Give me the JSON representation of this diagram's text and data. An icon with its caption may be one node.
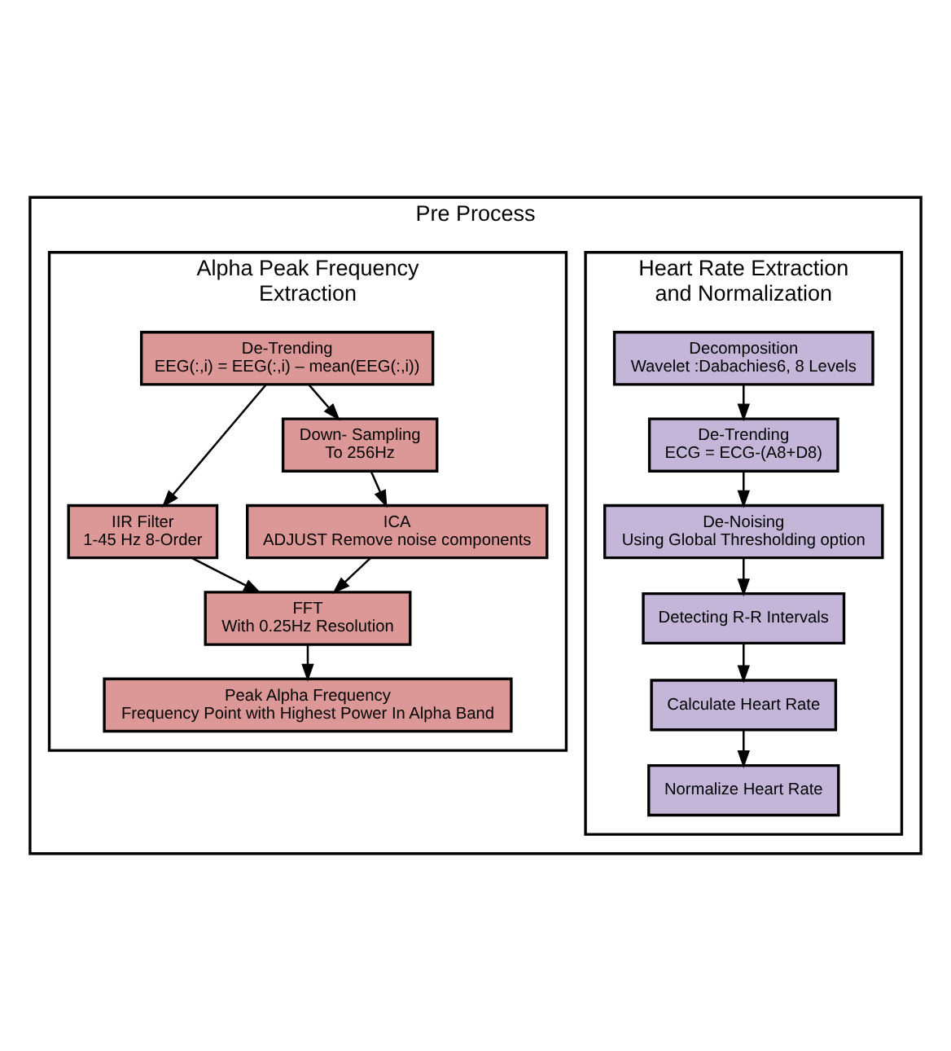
{
  "diagram": {
    "nodes": [
      {
        "text": [
          "Pre Process"
        ]
      },
      {
        "text": [
          "Heart Rate Extraction and Normalization"
        ],
        "in": 0
      },
      {
        "text": [
          "Decomposition",
          "Wavelet :Dabachies6, 8 Levels"
        ],
        "in": 1
      },
      {
        "text": [
          "De-Trending",
          "ECG = ECG-(A8+D8)"
        ],
        "in": 1
      },
      {
        "text": [
          "De-Noising",
          "Using Global Thresholding option"
        ],
        "in": 1
      },
      {
        "text": [
          "Detecting R-R Intervals"
        ],
        "in": 1
      },
      {
        "text": [
          "Calculate Heart Rate"
        ],
        "in": 1
      },
      {
        "text": [
          "Normalize Heart Rate"
        ],
        "in": 1
      },
      {
        "text": [
          "Alpha Peak Frequency Extraction"
        ],
        "in": 0
      },
      {
        "text": [
          "De-Trending",
          "EEG(:,i) = EEG(:,i) – mean(EEG(:,i))"
        ],
        "in": 8
      },
      {
        "text": [
          "IIR Filter",
          "1-45 Hz 8-Order"
        ],
        "in": 8
      },
      {
        "text": [
          "Down- Sampling",
          "To 256Hz"
        ],
        "in": 8
      },
      {
        "text": [
          "ICA",
          "ADJUST Remove noise components"
        ],
        "in": 8
      },
      {
        "text": [
          "FFT",
          "With 0.25Hz Resolution"
        ],
        "in": 8
      },
      {
        "text": [
          "Peak Alpha Frequency",
          "Frequency Point with Highest Power In Alpha Band"
        ],
        "in": 8
      }
    ],
    "edges": [
      {
        "from": 2,
        "to": 3,
        "arrow": "to"
      },
      {
        "from": 3,
        "to": 4,
        "arrow": "to"
      },
      {
        "from": 4,
        "to": 5,
        "arrow": "to"
      },
      {
        "from": 5,
        "to": 6,
        "arrow": "to"
      },
      {
        "from": 6,
        "to": 7,
        "arrow": "to"
      },
      {
        "from": 9,
        "to": 10,
        "arrow": "to"
      },
      {
        "from": 9,
        "to": 11,
        "arrow": "to"
      },
      {
        "from": 11,
        "to": 12,
        "arrow": "to"
      },
      {
        "from": 10,
        "to": 13,
        "arrow": "to"
      },
      {
        "from": 12,
        "to": 13,
        "arrow": "to"
      },
      {
        "from": 13,
        "to": 14,
        "arrow": "to"
      }
    ]
  }
}
